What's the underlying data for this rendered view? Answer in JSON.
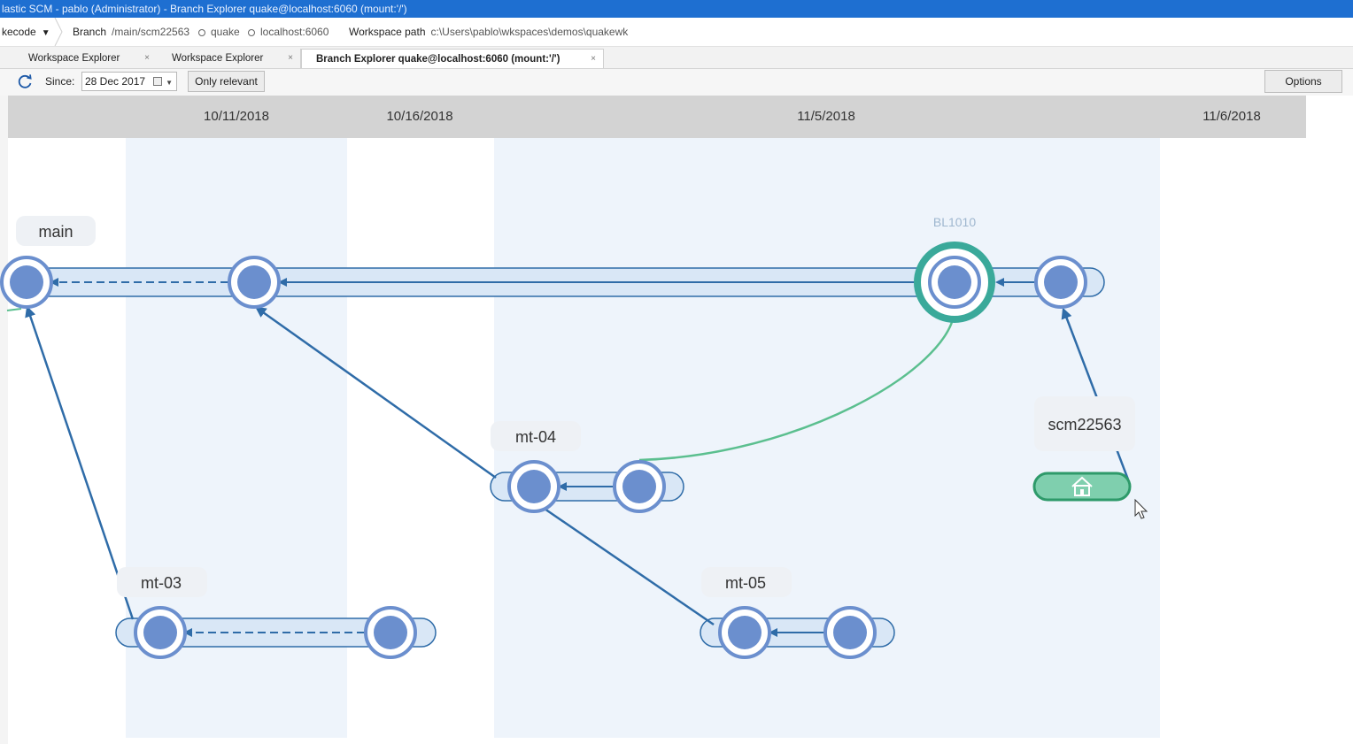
{
  "window": {
    "title": "lastic SCM - pablo (Administrator) - Branch Explorer quake@localhost:6060 (mount:'/')"
  },
  "context_bar": {
    "workspace_label": "kecode",
    "branch_key": "Branch",
    "branch_value": "/main/scm22563",
    "repo": "quake",
    "server": "localhost:6060",
    "workspace_path_key": "Workspace path",
    "workspace_path_value": "c:\\Users\\pablo\\wkspaces\\demos\\quakewk"
  },
  "tabs": [
    {
      "label": "Workspace Explorer",
      "active": false
    },
    {
      "label": "Workspace Explorer",
      "active": false
    },
    {
      "label": "Branch Explorer quake@localhost:6060 (mount:'/')",
      "active": true
    }
  ],
  "tab_close_glyph": "×",
  "toolbar": {
    "since_label": "Since:",
    "since_value": "28 Dec 2017",
    "only_relevant_label": "Only relevant",
    "options_label": "Options"
  },
  "dates": [
    "10/11/2018",
    "10/16/2018",
    "11/5/2018",
    "11/6/2018"
  ],
  "branches": {
    "main": "main",
    "mt04": "mt-04",
    "mt05": "mt-05",
    "mt03": "mt-03",
    "scm": "scm22563"
  },
  "label": "BL1010",
  "colors": {
    "titlebar": "#1e6fd1",
    "branch_stroke": "#2f6ca8",
    "changeset_fill": "#6b8fce",
    "label_ring": "#3aa99a",
    "merge_line": "#5bbf8f",
    "home_fill": "#7fcfae",
    "home_border": "#2e9a6a"
  },
  "icons": [
    "refresh-icon",
    "calendar-icon",
    "chevron-down-icon",
    "home-icon",
    "mouse-cursor-icon",
    "server-icon"
  ]
}
